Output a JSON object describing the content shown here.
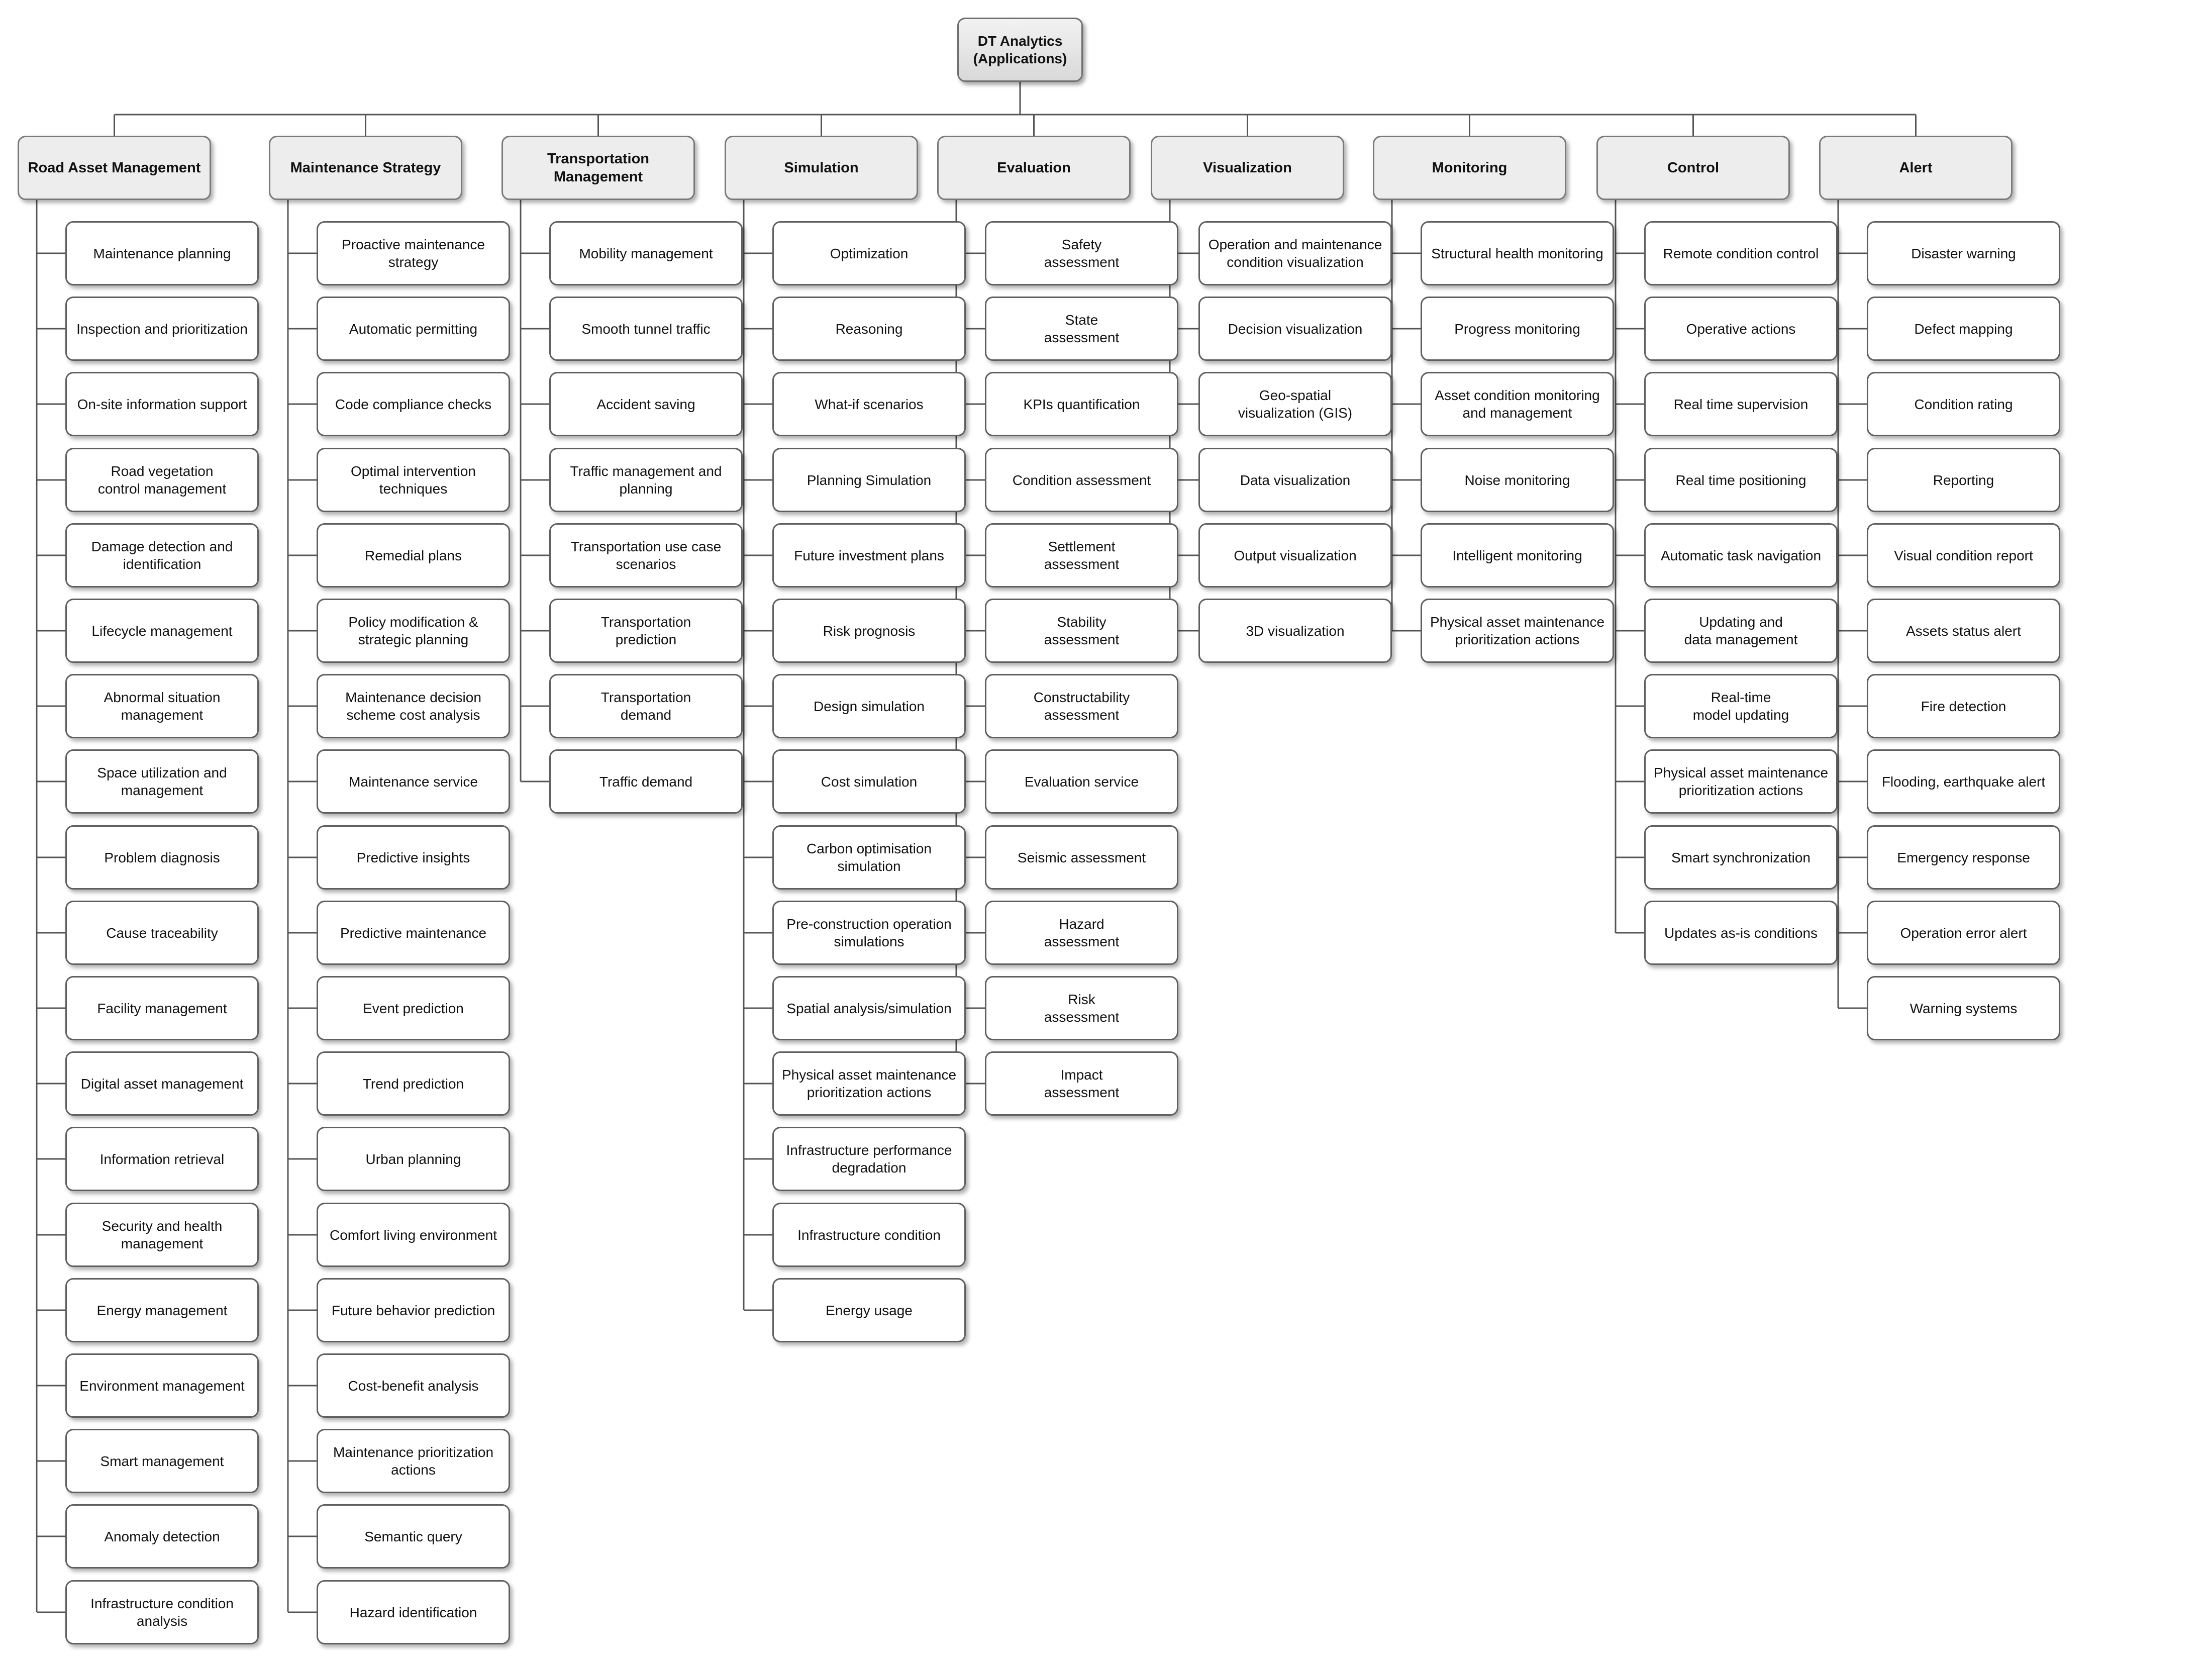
{
  "root": {
    "label": "DT Analytics\n(Applications)"
  },
  "categories": [
    {
      "label": "Road Asset Management",
      "items": [
        "Maintenance planning",
        "Inspection and prioritization",
        "On-site information support",
        "Road vegetation\ncontrol management",
        "Damage detection and\nidentification",
        "Lifecycle management",
        "Abnormal situation\nmanagement",
        "Space utilization and\nmanagement",
        "Problem diagnosis",
        "Cause traceability",
        "Facility management",
        "Digital asset management",
        "Information retrieval",
        "Security and health\nmanagement",
        "Energy management",
        "Environment management",
        "Smart management",
        "Anomaly detection",
        "Infrastructure condition\nanalysis"
      ]
    },
    {
      "label": "Maintenance Strategy",
      "items": [
        "Proactive maintenance\nstrategy",
        "Automatic permitting",
        "Code compliance checks",
        "Optimal intervention\ntechniques",
        "Remedial plans",
        "Policy modification &\nstrategic planning",
        "Maintenance decision\nscheme cost analysis",
        "Maintenance service",
        "Predictive insights",
        "Predictive maintenance",
        "Event prediction",
        "Trend prediction",
        "Urban planning",
        "Comfort living environment",
        "Future behavior prediction",
        "Cost-benefit analysis",
        "Maintenance prioritization\nactions",
        "Semantic query",
        "Hazard identification"
      ]
    },
    {
      "label": "Transportation Management",
      "items": [
        "Mobility management",
        "Smooth tunnel traffic",
        "Accident saving",
        "Traffic management and\nplanning",
        "Transportation use case\nscenarios",
        "Transportation\nprediction",
        "Transportation\ndemand",
        "Traffic demand"
      ]
    },
    {
      "label": "Simulation",
      "items": [
        "Optimization",
        "Reasoning",
        "What-if scenarios",
        "Planning Simulation",
        "Future investment plans",
        "Risk prognosis",
        "Design simulation",
        "Cost simulation",
        "Carbon optimisation simulation",
        "Pre-construction operation\nsimulations",
        "Spatial analysis/simulation",
        "Physical asset maintenance\nprioritization actions",
        "Infrastructure performance\ndegradation",
        "Infrastructure condition",
        "Energy usage"
      ]
    },
    {
      "label": "Evaluation",
      "items": [
        "Safety\nassessment",
        "State\nassessment",
        "KPIs quantification",
        "Condition assessment",
        "Settlement\nassessment",
        "Stability\nassessment",
        "Constructability\nassessment",
        "Evaluation service",
        "Seismic assessment",
        "Hazard\nassessment",
        "Risk\nassessment",
        "Impact\nassessment"
      ]
    },
    {
      "label": "Visualization",
      "items": [
        "Operation and maintenance\ncondition visualization",
        "Decision visualization",
        "Geo-spatial\nvisualization (GIS)",
        "Data visualization",
        "Output visualization",
        "3D visualization"
      ]
    },
    {
      "label": "Monitoring",
      "items": [
        "Structural health monitoring",
        "Progress monitoring",
        "Asset condition monitoring\nand management",
        "Noise monitoring",
        "Intelligent monitoring",
        "Physical asset maintenance\nprioritization actions"
      ]
    },
    {
      "label": "Control",
      "items": [
        "Remote condition control",
        "Operative actions",
        "Real time supervision",
        "Real time positioning",
        "Automatic task navigation",
        "Updating and\ndata management",
        "Real-time\nmodel updating",
        "Physical asset maintenance\nprioritization actions",
        "Smart synchronization",
        "Updates as-is conditions"
      ]
    },
    {
      "label": "Alert",
      "items": [
        "Disaster warning",
        "Defect mapping",
        "Condition rating",
        "Reporting",
        "Visual condition report",
        "Assets status alert",
        "Fire detection",
        "Flooding, earthquake alert",
        "Emergency response",
        "Operation error alert",
        "Warning systems"
      ]
    }
  ]
}
